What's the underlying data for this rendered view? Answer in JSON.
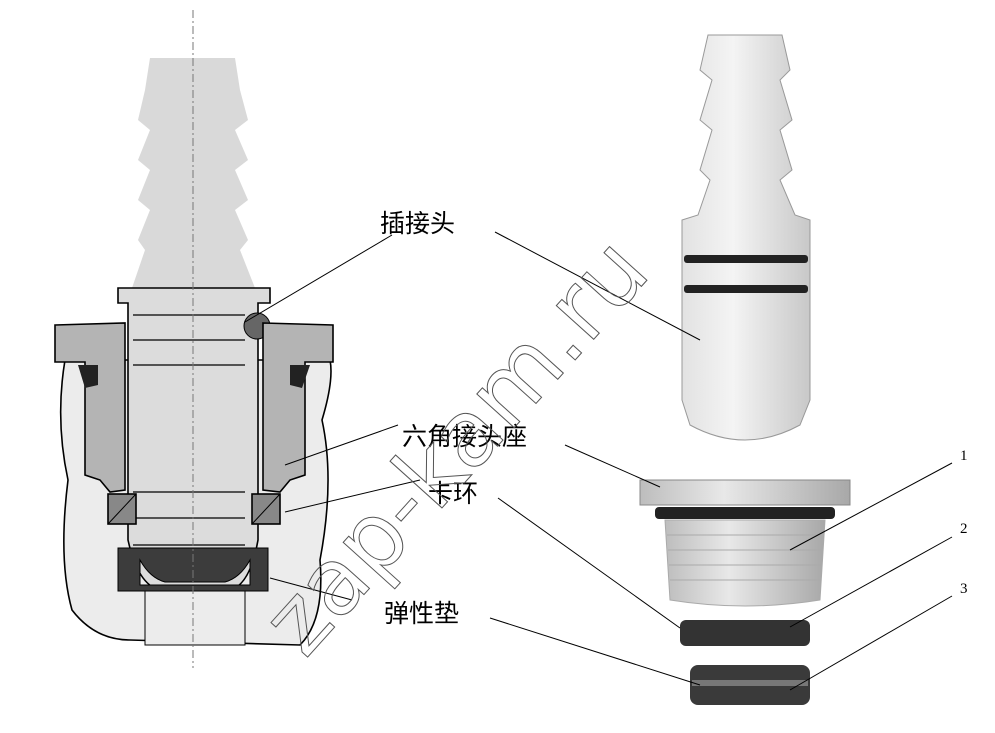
{
  "labels": {
    "plug": "插接头",
    "hex_seat": "六角接头座",
    "snap_ring": "卡环",
    "elastic_pad": "弹性垫"
  },
  "callouts": [
    "1",
    "2",
    "3"
  ],
  "watermark": "zap-kam.ru",
  "colors": {
    "housing": "#ececec",
    "plug": "#dcdcdc",
    "hex": "#b4b4b4",
    "seal": "#3c3c3c"
  }
}
